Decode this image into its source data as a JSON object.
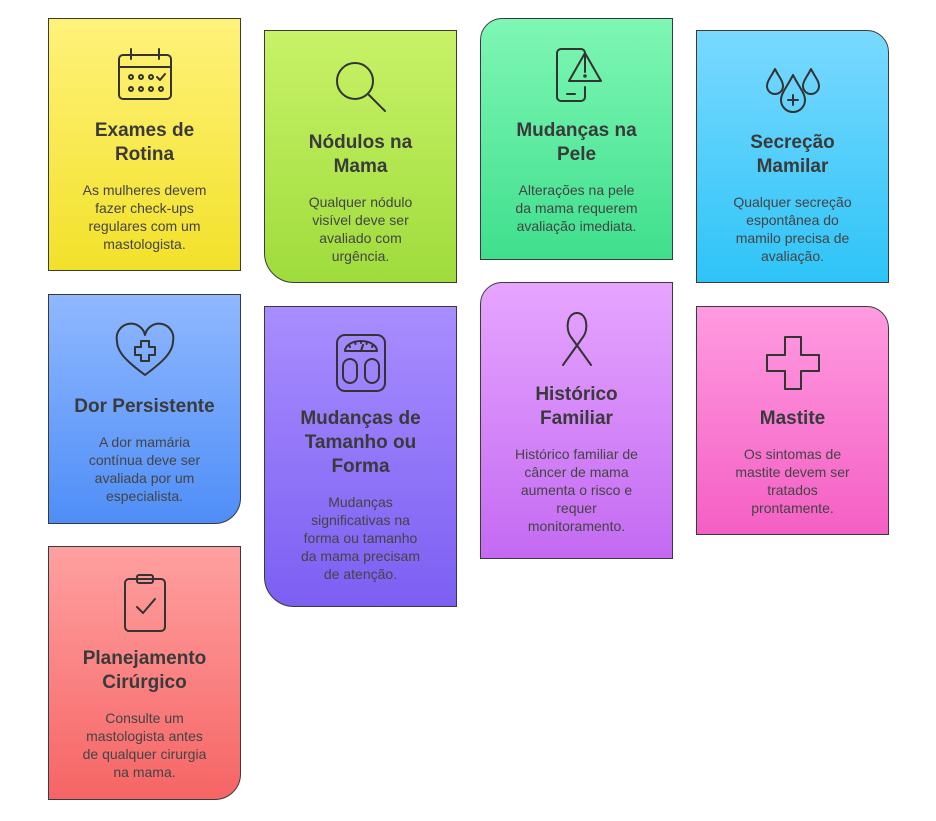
{
  "cards": [
    {
      "title": "Exames de\nRotina",
      "text": "As mulheres devem\nfazer check-ups\nregulares com um\nmastologista.",
      "icon": "calendar-check-icon"
    },
    {
      "title": "Nódulos na\nMama",
      "text": "Qualquer nódulo\nvisível deve ser\navaliado com\nurgência.",
      "icon": "magnifier-icon"
    },
    {
      "title": "Mudanças na\nPele",
      "text": "Alterações na pele\nda mama requerem\navaliação imediata.",
      "icon": "phone-alert-icon"
    },
    {
      "title": "Secreção\nMamilar",
      "text": "Qualquer secreção\nespontânea do\nmamilo precisa de\navaliação.",
      "icon": "drops-plus-icon"
    },
    {
      "title": "Dor Persistente",
      "text": "A dor mamária\ncontínua deve ser\navaliada por um\nespecialista.",
      "icon": "heart-cross-icon"
    },
    {
      "title": "Mudanças de\nTamanho ou\nForma",
      "text": "Mudanças\nsignificativas na\nforma ou tamanho\nda mama precisam\nde atenção.",
      "icon": "scale-icon"
    },
    {
      "title": "Histórico\nFamiliar",
      "text": "Histórico familiar de\ncâncer de mama\naumenta o risco e\nrequer\nmonitoramento.",
      "icon": "ribbon-icon"
    },
    {
      "title": "Mastite",
      "text": "Os sintomas de\nmastite devem ser\ntratados\nprontamente.",
      "icon": "medical-cross-icon"
    },
    {
      "title": "Planejamento\nCirúrgico",
      "text": "Consulte um\nmastologista antes\nde qualquer cirurgia\nna mama.",
      "icon": "clipboard-check-icon"
    }
  ]
}
